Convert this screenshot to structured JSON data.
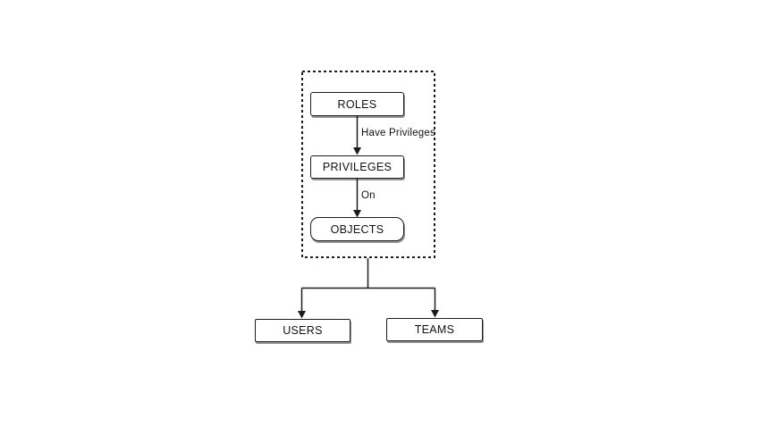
{
  "diagram": {
    "type": "flow-diagram",
    "colors": {
      "stroke": "#1c1c1c",
      "background": "#ffffff",
      "node_fill": "#ffffff",
      "text": "#111111"
    },
    "group": {
      "name": "roles-privileges-group",
      "style": "dashed-border",
      "contains": [
        "ROLES",
        "PRIVILEGES",
        "OBJECTS"
      ]
    },
    "nodes": [
      {
        "id": "roles",
        "label": "ROLES"
      },
      {
        "id": "privileges",
        "label": "PRIVILEGES"
      },
      {
        "id": "objects",
        "label": "OBJECTS"
      },
      {
        "id": "users",
        "label": "USERS"
      },
      {
        "id": "teams",
        "label": "TEAMS"
      }
    ],
    "edges": [
      {
        "from": "roles",
        "to": "privileges",
        "label": "Have Privileges",
        "arrow": "down"
      },
      {
        "from": "privileges",
        "to": "objects",
        "label": "On",
        "arrow": "down"
      },
      {
        "from": "roles-privileges-group",
        "to": "users",
        "label": "",
        "arrow": "down"
      },
      {
        "from": "roles-privileges-group",
        "to": "teams",
        "label": "",
        "arrow": "down"
      }
    ]
  }
}
